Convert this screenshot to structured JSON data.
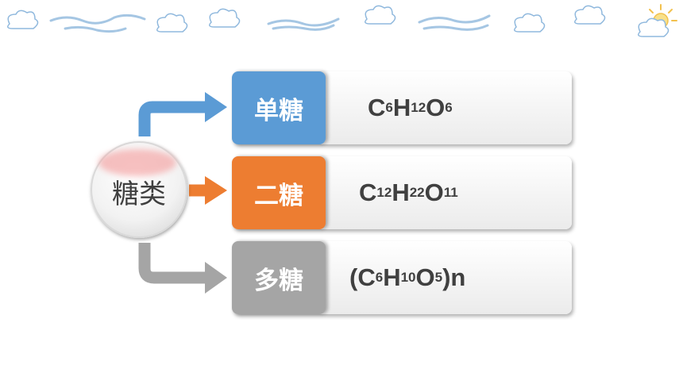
{
  "hub": {
    "label": "糖类"
  },
  "rows": [
    {
      "tag": "单糖",
      "formula": [
        [
          "C",
          "6"
        ],
        [
          "H",
          "12"
        ],
        [
          "O",
          "6"
        ]
      ],
      "prefix": "",
      "suffix": "",
      "tag_color": "#5b9bd5",
      "arrow_color": "#5b9bd5"
    },
    {
      "tag": "二糖",
      "formula": [
        [
          "C",
          "12"
        ],
        [
          "H",
          "22"
        ],
        [
          "O",
          "11"
        ]
      ],
      "prefix": "",
      "suffix": "",
      "tag_color": "#ed7d31",
      "arrow_color": "#ed7d31"
    },
    {
      "tag": "多糖",
      "formula": [
        [
          "C",
          "6"
        ],
        [
          "H",
          "10"
        ],
        [
          "O",
          "5"
        ]
      ],
      "prefix": "(",
      "suffix": ")n",
      "tag_color": "#a5a5a5",
      "arrow_color": "#a5a5a5"
    }
  ],
  "decoration": {
    "clouds": [
      "cloud-icon",
      "cloud-icon",
      "cloud-icon",
      "cloud-icon",
      "cloud-icon",
      "cloud-icon"
    ],
    "sun": "sun-icon"
  }
}
